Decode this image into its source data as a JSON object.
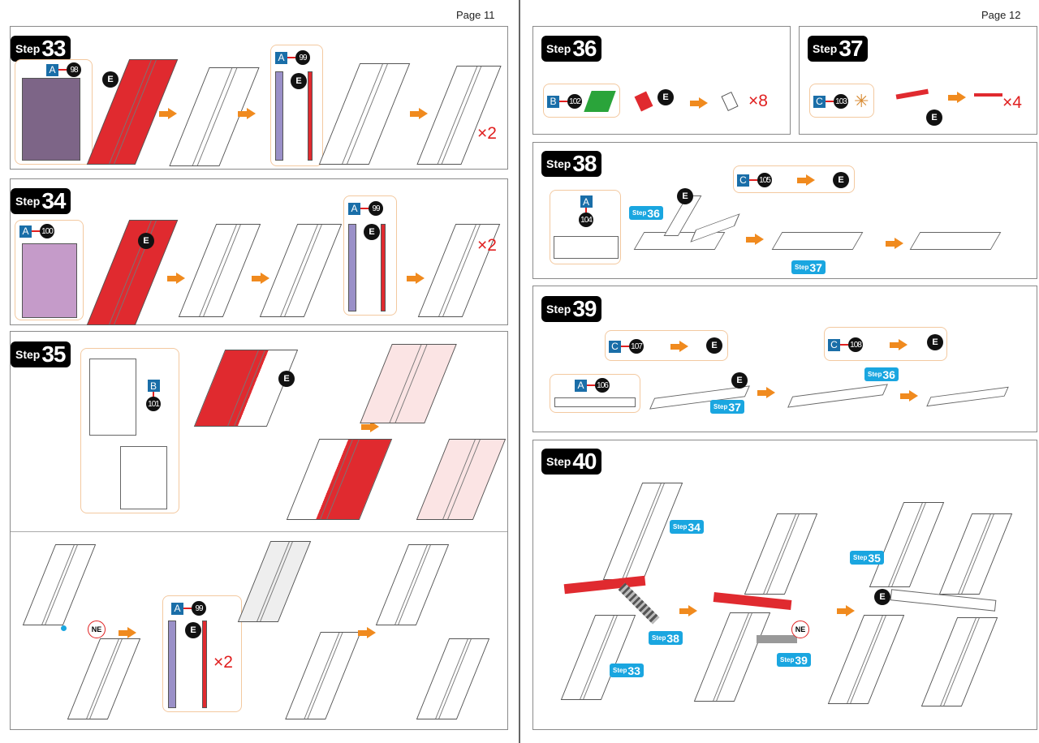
{
  "pages": [
    {
      "label": "Page 11"
    },
    {
      "label": "Page 12"
    }
  ],
  "step_word": "Step",
  "steps": {
    "s33": {
      "number": "33",
      "parts": [
        {
          "letter": "A",
          "num": "98"
        },
        {
          "letter": "A",
          "num": "99"
        }
      ],
      "badge": "E",
      "multiplier": "×2"
    },
    "s34": {
      "number": "34",
      "parts": [
        {
          "letter": "A",
          "num": "100"
        },
        {
          "letter": "A",
          "num": "99"
        }
      ],
      "badge": "E",
      "multiplier": "×2"
    },
    "s35": {
      "number": "35",
      "parts": [
        {
          "letter": "B",
          "num": "101"
        },
        {
          "letter": "A",
          "num": "99"
        }
      ],
      "badge": "E",
      "ne": "NE",
      "multiplier": "×2"
    },
    "s36": {
      "number": "36",
      "parts": [
        {
          "letter": "B",
          "num": "102"
        }
      ],
      "badge": "E",
      "multiplier": "×8"
    },
    "s37": {
      "number": "37",
      "parts": [
        {
          "letter": "C",
          "num": "103"
        }
      ],
      "badge": "E",
      "multiplier": "×4"
    },
    "s38": {
      "number": "38",
      "parts": [
        {
          "letter": "A",
          "num": "104"
        },
        {
          "letter": "C",
          "num": "105"
        }
      ],
      "badge": "E",
      "refs": [
        "36",
        "37"
      ]
    },
    "s39": {
      "number": "39",
      "parts": [
        {
          "letter": "A",
          "num": "106"
        },
        {
          "letter": "C",
          "num": "107"
        },
        {
          "letter": "C",
          "num": "108"
        }
      ],
      "badge": "E",
      "refs": [
        "37",
        "36"
      ]
    },
    "s40": {
      "number": "40",
      "badge": "E",
      "ne": "NE",
      "refs": [
        "34",
        "38",
        "33",
        "39",
        "35"
      ]
    }
  }
}
